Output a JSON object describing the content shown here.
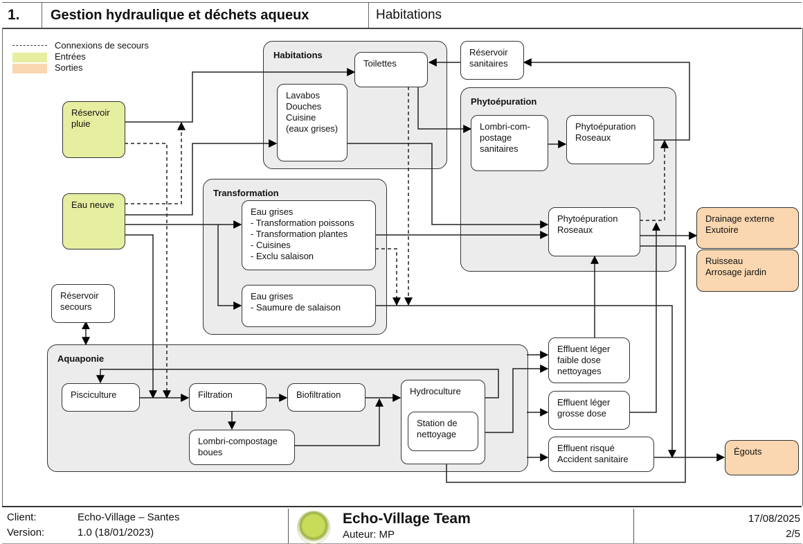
{
  "header": {
    "number": "1.",
    "title": "Gestion hydraulique et déchets aqueux",
    "subtitle": "Habitations"
  },
  "legend": {
    "backup": "Connexions de secours",
    "inputs": "Entrées",
    "outputs": "Sorties",
    "colors": {
      "inputs": "#e6ee9f",
      "outputs": "#fad7b0",
      "group": "#ececec"
    }
  },
  "groups": {
    "habitations": "Habitations",
    "phyto": "Phytoépuration",
    "transformation": "Transformation",
    "aquaponie": "Aquaponie"
  },
  "nodes": {
    "reservoir_pluie": "Réservoir\npluie",
    "eau_neuve": "Eau neuve",
    "reservoir_secours": "Réservoir\nsecours",
    "toilettes": "Toilettes",
    "lavabos": "Lavabos\nDouches\nCuisine\n(eaux grises)",
    "reservoir_sanitaires": "Réservoir\nsanitaires",
    "lombri_sanitaires": "Lombri-com-\npostage\nsanitaires",
    "phyto_roseaux_1": "Phytoépuration\nRoseaux",
    "phyto_roseaux_2": "Phytoépuration\nRoseaux",
    "eau_grises_1": "Eau grises\n- Transformation poissons\n- Transformation plantes\n- Cuisines\n- Exclu salaison",
    "eau_grises_2": "Eau grises\n- Saumure de salaison",
    "drainage": "Drainage externe\nExutoire",
    "ruisseau": "Ruisseau\nArrosage jardin",
    "pisciculture": "Pisciculture",
    "filtration": "Filtration",
    "biofiltration": "Biofiltration",
    "lombri_boues": "Lombri-compostage\nboues",
    "hydroculture": "Hydroculture",
    "station": "Station de\nnettoyage",
    "effluent_faible": "Effluent léger\nfaible dose\nnettoyages",
    "effluent_grosse": "Effluent léger\ngrosse dose",
    "effluent_risque": "Effluent risqué\nAccident sanitaire",
    "egouts": "Égouts"
  },
  "footer": {
    "client_label": "Client:",
    "client_value": "Echo-Village – Santes",
    "version_label": "Version:",
    "version_value": "1.0 (18/01/2023)",
    "team": "Echo-Village Team",
    "author": "Auteur: MP",
    "date": "17/08/2025",
    "page": "2/5"
  }
}
